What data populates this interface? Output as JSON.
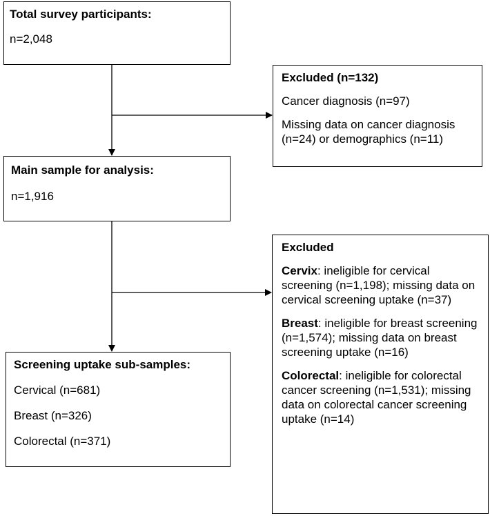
{
  "total": {
    "title": "Total survey participants:",
    "value": "n=2,048"
  },
  "excluded1": {
    "title": "Excluded (n=132)",
    "lines": [
      "Cancer diagnosis (n=97)",
      "Missing data on cancer diagnosis (n=24) or demographics (n=11)"
    ]
  },
  "main_sample": {
    "title": "Main sample for analysis:",
    "value": "n=1,916"
  },
  "excluded2": {
    "title": "Excluded",
    "items": [
      {
        "label": "Cervix",
        "text": ": ineligible for cervical screening (n=1,198); missing data on cervical screening uptake (n=37)"
      },
      {
        "label": "Breast",
        "text": ": ineligible for breast screening (n=1,574); missing data on breast screening uptake (n=16)"
      },
      {
        "label": "Colorectal",
        "text": ": ineligible for colorectal cancer screening (n=1,531); missing data on colorectal cancer screening uptake (n=14)"
      }
    ]
  },
  "subsamples": {
    "title": "Screening uptake sub-samples:",
    "lines": [
      "Cervical (n=681)",
      "Breast (n=326)",
      "Colorectal (n=371)"
    ]
  }
}
